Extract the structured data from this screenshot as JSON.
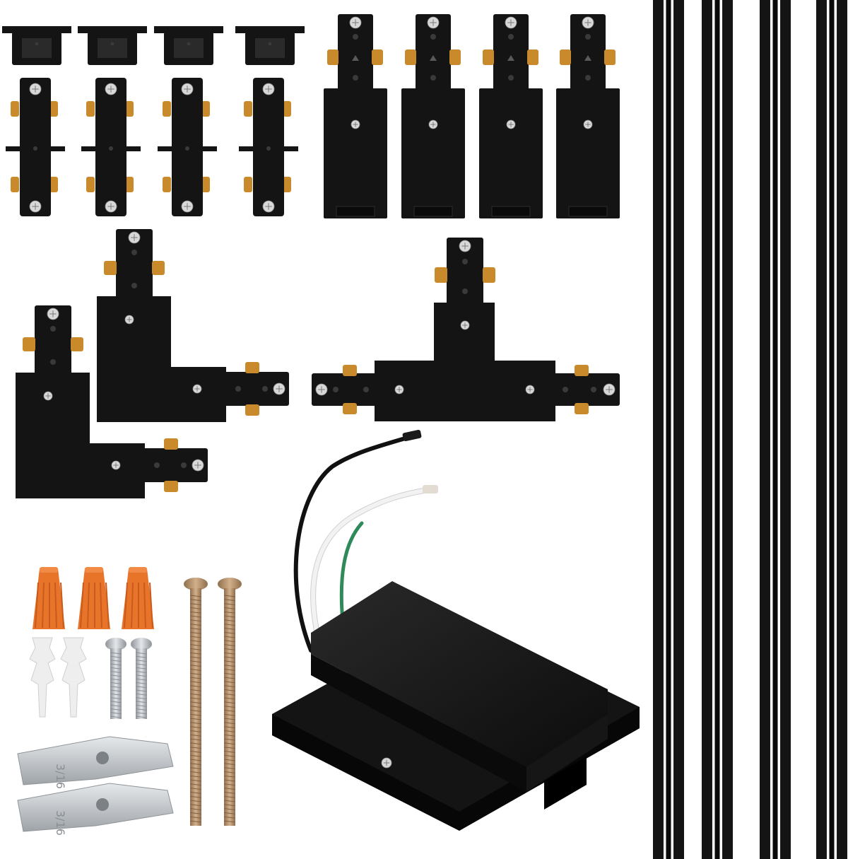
{
  "image": {
    "description_type": "product-photo",
    "background_color": "#ffffff",
    "colors": {
      "plastic_black": "#141414",
      "plastic_shadow": "#060606",
      "plastic_highlight": "#2a2a2a",
      "copper_tab": "#c98a2c",
      "screw_head": "#d8d8d8",
      "wire_nut_orange": "#e8742a",
      "anchor_white": "#eeeeee",
      "screw_silver": "#bfc3c7",
      "screw_brass": "#b8926a",
      "toggle_silver": "#c9cdd1",
      "wire_black": "#111111",
      "wire_white": "#f2f2f2",
      "wire_green": "#2f8a5a"
    },
    "toggle_stamp": "3/16",
    "components": [
      "end-cap",
      "straight-connector",
      "live-end-connector",
      "l-connector",
      "t-connector",
      "floating-canopy-feed",
      "wire-nut",
      "drywall-anchor",
      "machine-screw",
      "long-mounting-screw",
      "toggle-wing",
      "track-rail"
    ]
  }
}
